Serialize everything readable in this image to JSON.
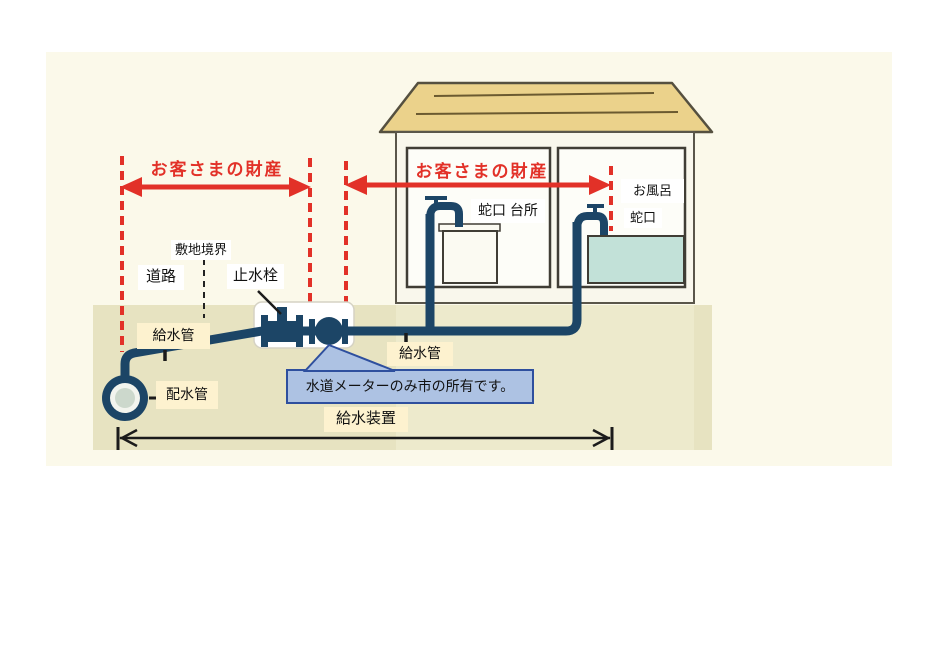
{
  "diagram": {
    "property_label": "お客さまの財産",
    "labels": {
      "site_boundary": "敷地境界",
      "road": "道路",
      "stop_valve": "止水栓",
      "supply_pipe_street": "給水管",
      "supply_pipe_house": "給水管",
      "distribution_pipe": "配水管",
      "kitchen_faucet": "蛇口 台所",
      "bath": "お風呂",
      "bath_faucet": "蛇口",
      "meter_note": "水道メーターのみ市の所有です。",
      "supply_system": "給水装置"
    },
    "colors": {
      "red_accent": "#e23128",
      "pipe_navy": "#1c4566",
      "roof_tan": "#ebd28b",
      "ground_khaki": "#e7e3c1",
      "scan_ivory": "#fbf9ea",
      "label_cream": "#fdf2cf",
      "callout_fill": "#adc2e3",
      "callout_border": "#2e4f9e",
      "bathtub_teal": "#c2e1d8"
    }
  }
}
